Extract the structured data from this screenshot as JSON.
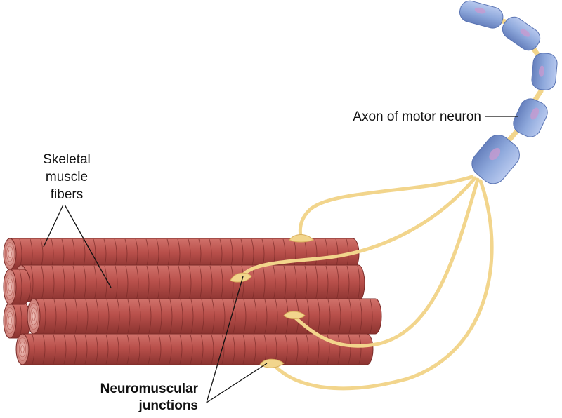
{
  "labels": {
    "axon": "Axon of motor neuron",
    "skeletal_line1": "Skeletal",
    "skeletal_line2": "muscle",
    "skeletal_line3": "fibers",
    "nmj_line1": "Neuromuscular",
    "nmj_line2": "junctions"
  },
  "colors": {
    "muscle": "#b9504b",
    "muscle_dark": "#8a3330",
    "muscle_end": "#e0a39c",
    "nerve": "#f2d58c",
    "nerve_edge": "#d9b060",
    "myelin": "#8fa9dc",
    "myelin_dark": "#6680bd",
    "nucleus": "#c79ad0",
    "leader": "#111111"
  }
}
